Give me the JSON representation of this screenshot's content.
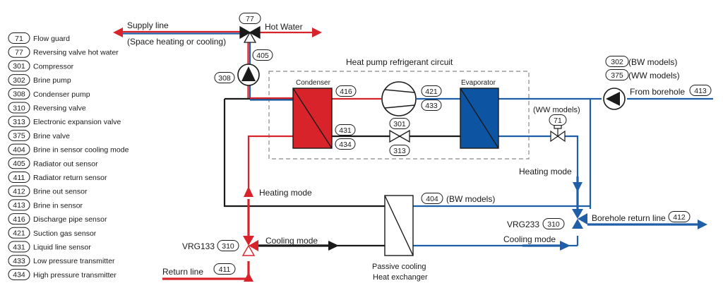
{
  "colors": {
    "hot": "#d8232a",
    "cold": "#1f5fa8",
    "neutral": "#1a1a1a",
    "condenser": "#d8232a",
    "evaporator": "#0d54a3",
    "frame": "#888888"
  },
  "legend": [
    {
      "code": "71",
      "label": "Flow guard"
    },
    {
      "code": "77",
      "label": "Reversing valve hot water"
    },
    {
      "code": "301",
      "label": "Compressor"
    },
    {
      "code": "302",
      "label": "Brine pump"
    },
    {
      "code": "308",
      "label": "Condenser pump"
    },
    {
      "code": "310",
      "label": "Reversing valve"
    },
    {
      "code": "313",
      "label": "Electronic expansion valve"
    },
    {
      "code": "375",
      "label": "Brine valve"
    },
    {
      "code": "404",
      "label": "Brine in sensor cooling mode"
    },
    {
      "code": "405",
      "label": "Radiator out sensor"
    },
    {
      "code": "411",
      "label": "Radiator return sensor"
    },
    {
      "code": "412",
      "label": "Brine out sensor"
    },
    {
      "code": "413",
      "label": "Brine in sensor"
    },
    {
      "code": "416",
      "label": "Discharge pipe sensor"
    },
    {
      "code": "421",
      "label": "Suction gas sensor"
    },
    {
      "code": "431",
      "label": "Liquid line sensor"
    },
    {
      "code": "433",
      "label": "Low pressure transmitter"
    },
    {
      "code": "434",
      "label": "High pressure transmitter"
    }
  ],
  "labels": {
    "supply_line": "Supply line",
    "supply_sub": "(Space heating or cooling)",
    "hot_water": "Hot Water",
    "circuit_title": "Heat pump refrigerant circuit",
    "condenser": "Condenser",
    "evaporator": "Evaporator",
    "ww_models_paren": "(WW models)",
    "bw_models": "(BW models)",
    "ww_models": "(WW models)",
    "from_borehole": "From borehole",
    "heating_mode_right": "Heating mode",
    "heating_mode_left": "Heating mode",
    "cooling_mode_left": "Cooling mode",
    "cooling_mode_right": "Cooling mode",
    "borehole_return": "Borehole return line",
    "vrg233": "VRG233",
    "vrg133": "VRG133",
    "return_line": "Return line",
    "passive_cooling_1": "Passive cooling",
    "passive_cooling_2": "Heat exchanger",
    "bw_models_404": "(BW models)"
  },
  "tags": {
    "t77": "77",
    "t405": "405",
    "t308": "308",
    "t416": "416",
    "t421": "421",
    "t433": "433",
    "t301": "301",
    "t431": "431",
    "t434": "434",
    "t313": "313",
    "t302": "302",
    "t375": "375",
    "t413": "413",
    "t71": "71",
    "t404": "404",
    "t310a": "310",
    "t412": "412",
    "t310b": "310",
    "t411": "411"
  }
}
